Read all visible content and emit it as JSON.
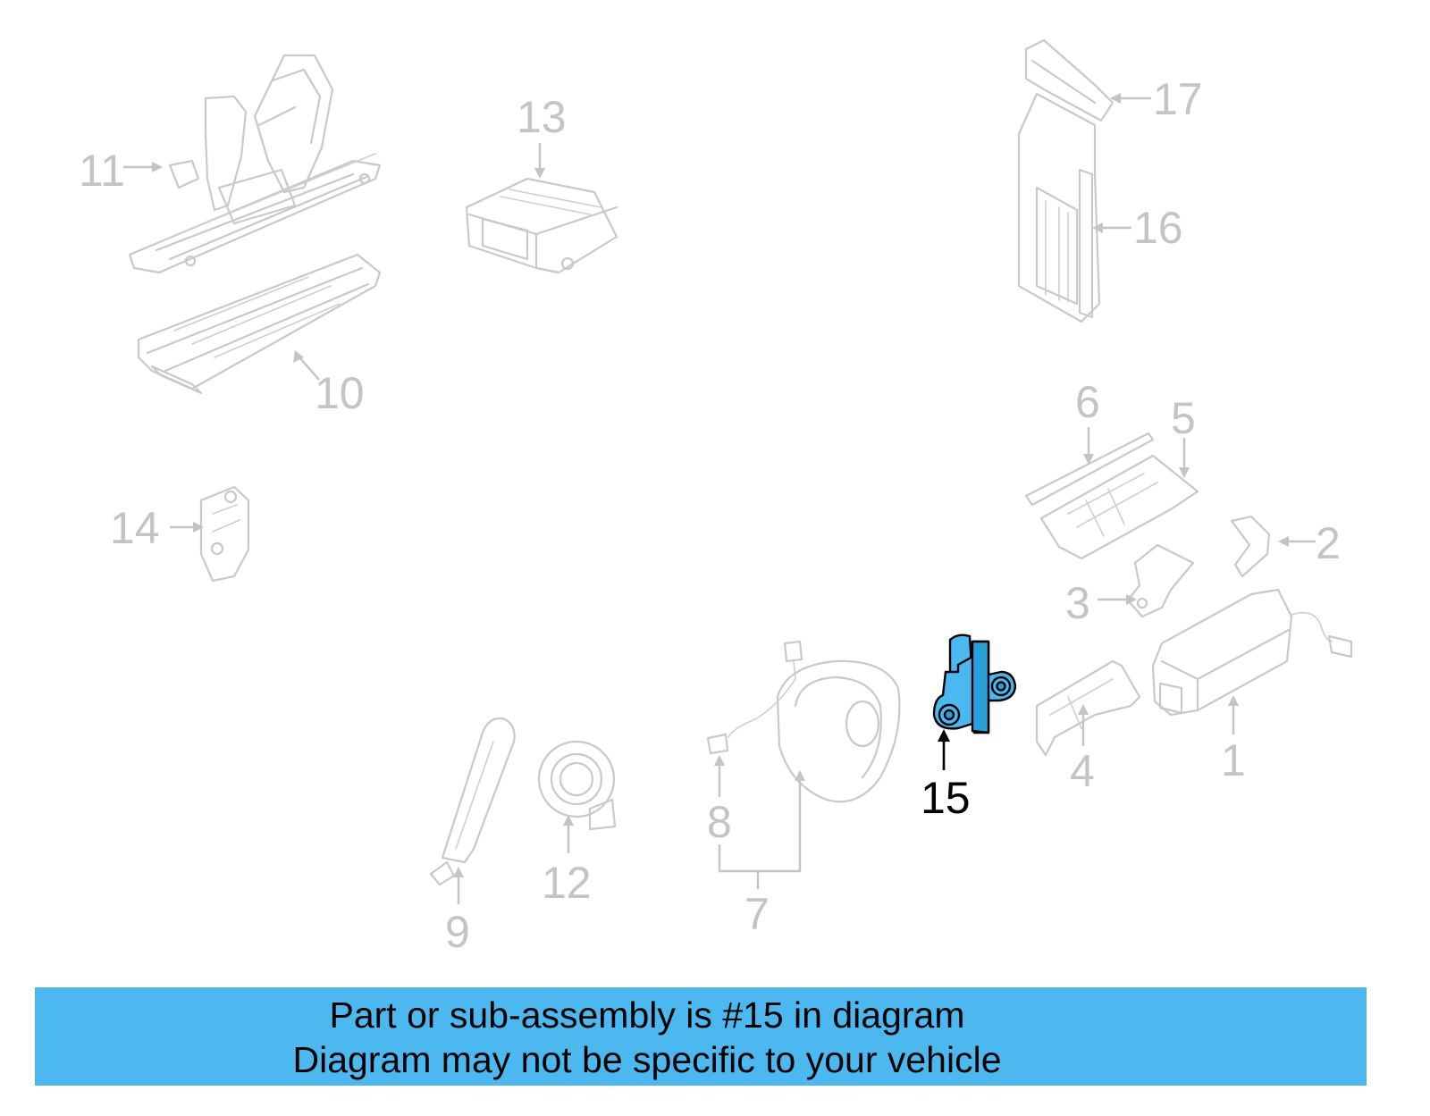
{
  "callouts": {
    "c1": "1",
    "c2": "2",
    "c3": "3",
    "c4": "4",
    "c5": "5",
    "c6": "6",
    "c7": "7",
    "c8": "8",
    "c9": "9",
    "c10": "10",
    "c11": "11",
    "c12": "12",
    "c13": "13",
    "c14": "14",
    "c15": "15",
    "c16": "16",
    "c17": "17"
  },
  "highlighted_part": "15",
  "colors": {
    "highlight": "#4bb9f0",
    "banner": "#4bb9f0",
    "muted_part": "#c9c9c9",
    "highlight_label": "#000000"
  },
  "banner": {
    "line1": "Part or sub-assembly is #15 in diagram",
    "line2": "Diagram may not be specific to your vehicle"
  }
}
